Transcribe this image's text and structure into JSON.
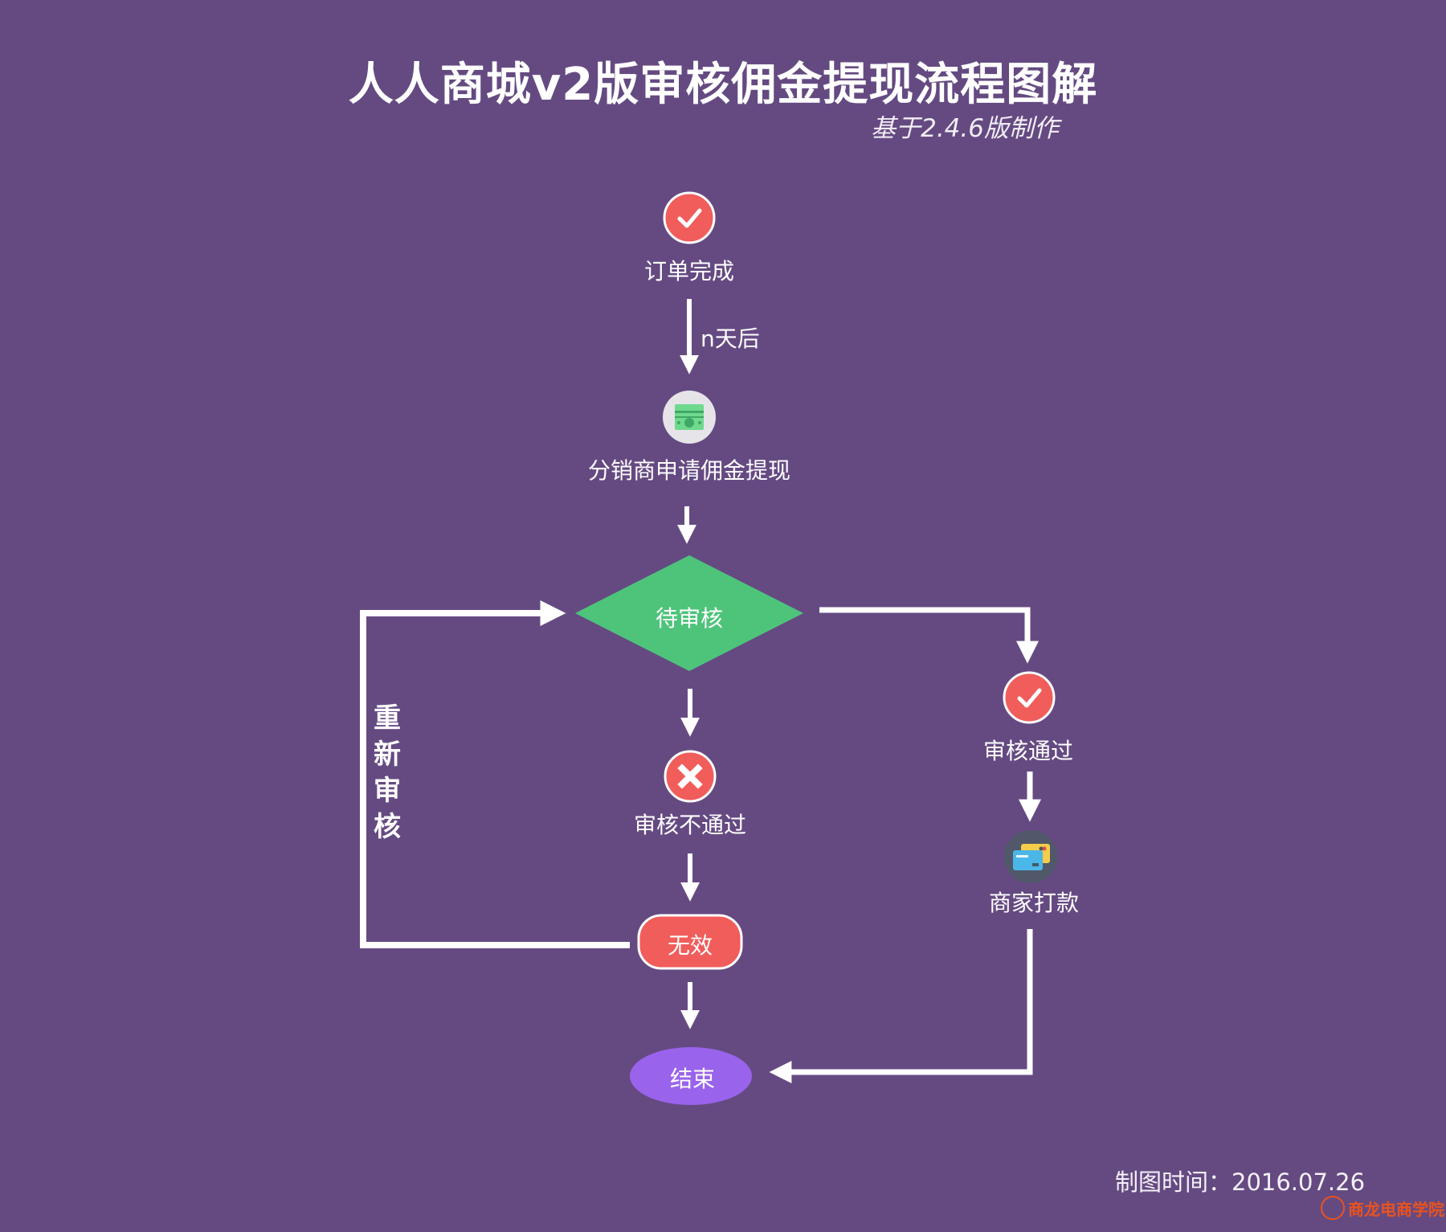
{
  "header": {
    "title": "人人商城v2版审核佣金提现流程图解",
    "subtitle": "基于2.4.6版制作"
  },
  "nodes": {
    "order_complete": {
      "label": "订单完成",
      "icon": "check-icon"
    },
    "after_n_days": {
      "label": "n天后"
    },
    "apply_withdraw": {
      "label": "分销商申请佣金提现",
      "icon": "money-icon"
    },
    "pending_review": {
      "label": "待审核"
    },
    "review_failed": {
      "label": "审核不通过",
      "icon": "x-icon"
    },
    "invalid": {
      "label": "无效"
    },
    "end": {
      "label": "结束"
    },
    "review_passed": {
      "label": "审核通过",
      "icon": "check-icon"
    },
    "merchant_pay": {
      "label": "商家打款",
      "icon": "credit-card-icon"
    },
    "re_review": {
      "chars": [
        "重",
        "新",
        "审",
        "核"
      ]
    }
  },
  "footer": {
    "date_label": "制图时间：2016.07.26",
    "logo_text": "商龙电商学院"
  },
  "colors": {
    "background": "#654a82",
    "red": "#f05d5b",
    "green": "#4ec47b",
    "end_purple": "#9a63ec",
    "card_bg": "#51586a"
  }
}
